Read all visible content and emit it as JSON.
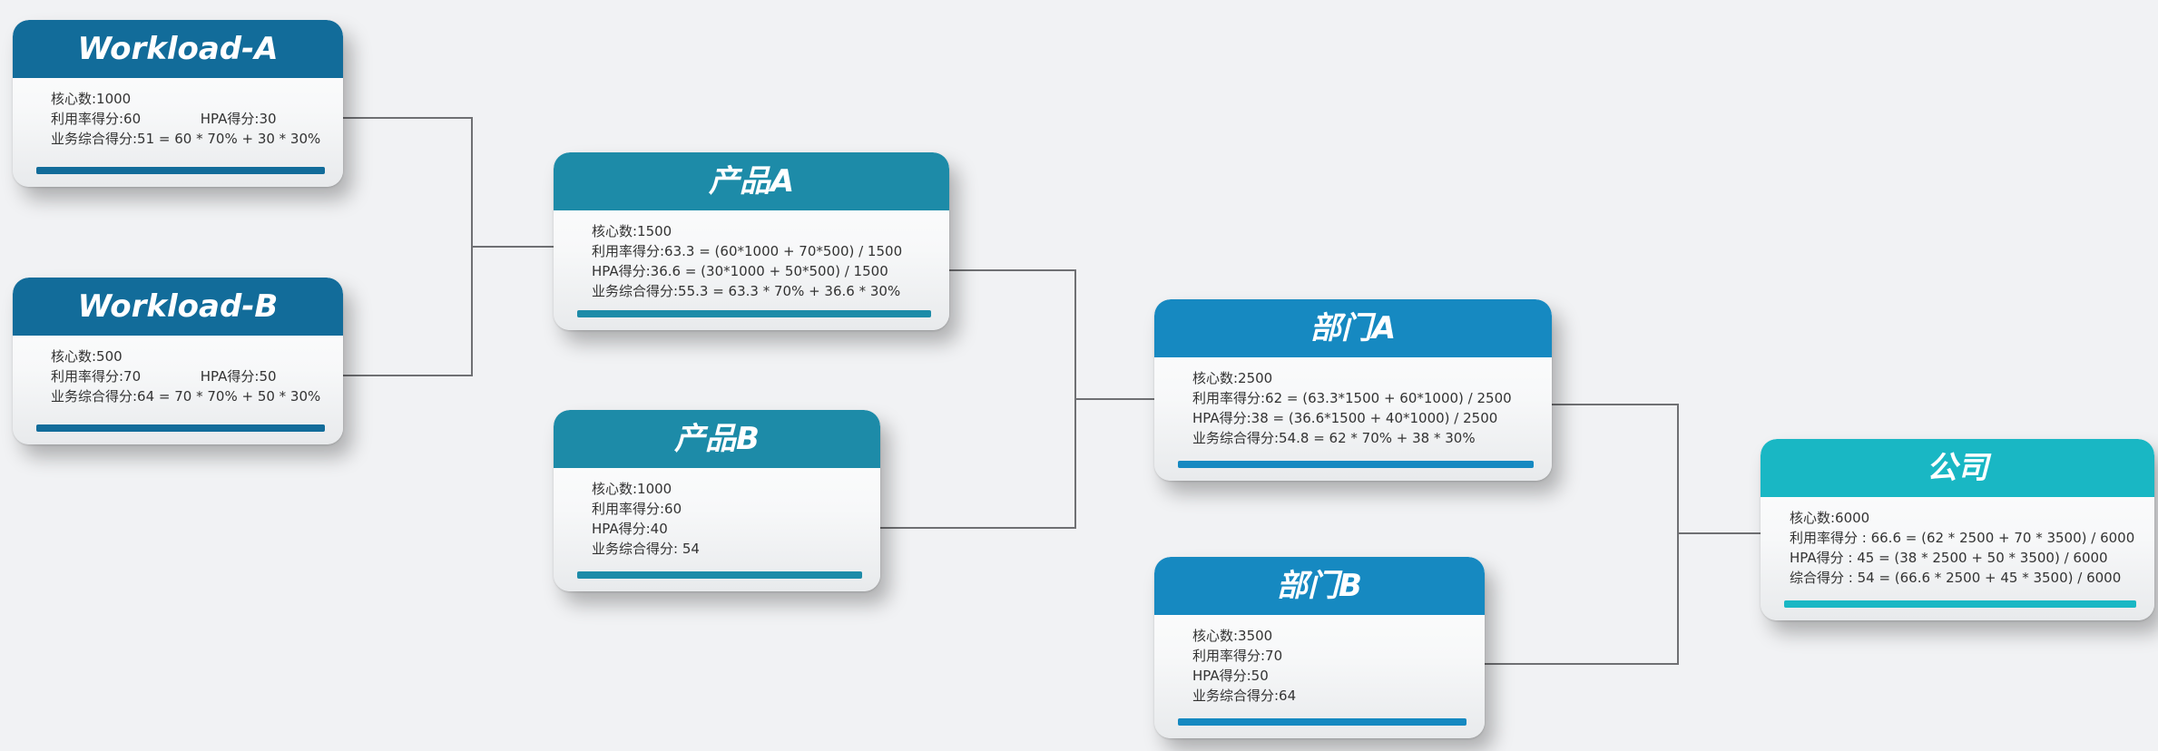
{
  "colors": {
    "header_dark": "#126c9a",
    "header_mid": "#1d8ba8",
    "header_blue": "#1689c1",
    "header_teal": "#19b7c4",
    "line": "#6f7073"
  },
  "nodes": {
    "workload_a": {
      "title": "Workload-A",
      "cores": "核心数:1000",
      "util": "利用率得分:60",
      "hpa": "HPA得分:30",
      "total": "业务综合得分:51 = 60 * 70% + 30 * 30%"
    },
    "workload_b": {
      "title": "Workload-B",
      "cores": "核心数:500",
      "util": "利用率得分:70",
      "hpa": "HPA得分:50",
      "total": "业务综合得分:64 = 70 * 70% + 50 * 30%"
    },
    "product_a": {
      "title": "产品A",
      "cores": "核心数:1500",
      "util": "利用率得分:63.3 = (60*1000 + 70*500) / 1500",
      "hpa": "HPA得分:36.6 = (30*1000 + 50*500) / 1500",
      "total": "业务综合得分:55.3 = 63.3 * 70% + 36.6 * 30%"
    },
    "product_b": {
      "title": "产品B",
      "cores": "核心数:1000",
      "util": "利用率得分:60",
      "hpa": "HPA得分:40",
      "total": "业务综合得分: 54"
    },
    "dept_a": {
      "title": "部门A",
      "cores": "核心数:2500",
      "util": "利用率得分:62 = (63.3*1500 + 60*1000) / 2500",
      "hpa": "HPA得分:38 = (36.6*1500 + 40*1000) / 2500",
      "total": "业务综合得分:54.8 = 62 * 70% + 38 * 30%"
    },
    "dept_b": {
      "title": "部门B",
      "cores": "核心数:3500",
      "util": "利用率得分:70",
      "hpa": "HPA得分:50",
      "total": "业务综合得分:64"
    },
    "company": {
      "title": "公司",
      "cores": "核心数:6000",
      "util": "利用率得分 : 66.6 = (62 * 2500 + 70 * 3500) / 6000",
      "hpa": "HPA得分 : 45 = (38 * 2500 + 50 * 3500) / 6000",
      "total": "综合得分 : 54 = (66.6 * 2500 + 45 * 3500) / 6000"
    }
  }
}
